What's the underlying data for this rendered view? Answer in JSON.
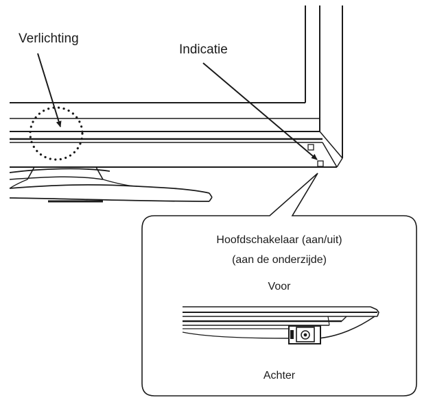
{
  "labels": {
    "lighting": "Verlichting",
    "indicator": "Indicatie"
  },
  "callout": {
    "title": "Hoofdschakelaar (aan/uit)",
    "subtitle": "(aan de onderzijde)",
    "front": "Voor",
    "back": "Achter"
  },
  "colors": {
    "line": "#1a1a1a",
    "background": "#ffffff",
    "callout_fill": "#ffffff"
  }
}
